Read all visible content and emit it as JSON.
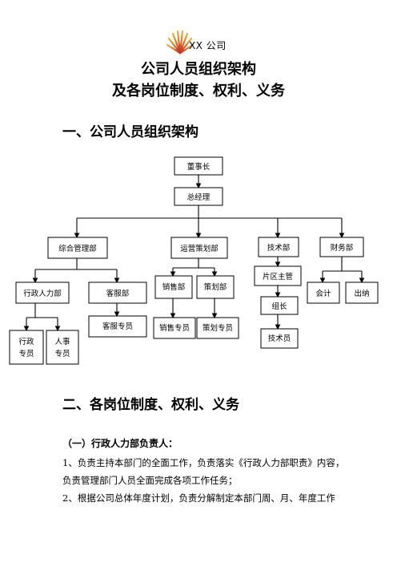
{
  "header": {
    "company": "XX 公司",
    "title_line1": "公司人员组织架构",
    "title_line2": "及各岗位制度、权利、义务"
  },
  "section1": {
    "heading": "一、公司人员组织架构"
  },
  "org_chart": {
    "chairman": "董事长",
    "gm": "总经理",
    "departments": {
      "general_mgmt": "综合管理部",
      "ops_planning": "运营策划部",
      "tech": "技术部",
      "finance": "财务部"
    },
    "units": {
      "admin_hr": "行政人力部",
      "customer_service": "客服部",
      "sales": "销售部",
      "planning": "策划部",
      "area_supervisor": "片区主管",
      "team_leader": "组长",
      "accountant": "会计",
      "cashier": "出纳"
    },
    "staff": {
      "admin_staff_l1": "行政",
      "admin_staff_l2": "专员",
      "hr_staff_l1": "人事",
      "hr_staff_l2": "专员",
      "cs_staff": "客服专员",
      "sales_staff": "销售专员",
      "planning_staff": "策划专员",
      "tech_staff": "技术员"
    }
  },
  "section2": {
    "heading": "二、各岗位制度、权利、义务",
    "subheading": "（一）行政人力部负责人：",
    "paragraphs": [
      "1、负责主持本部门的全面工作，负责落实《行政人力部职责》内容，",
      "负责管理部门人员全面完成各项工作任务；",
      "2、根据公司总体年度计划，负责分解制定本部门周、月、年度工作"
    ]
  }
}
